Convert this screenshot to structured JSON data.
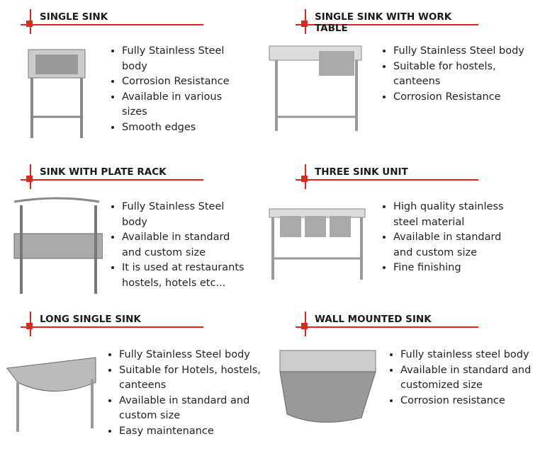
{
  "sections": [
    {
      "title": "SINGLE SINK",
      "bullets": [
        "Fully Stainless Steel body",
        "Corrosion Resistance",
        "Available in various sizes",
        "Smooth edges"
      ]
    },
    {
      "title": "SINGLE SINK WITH WORK TABLE",
      "bullets": [
        "Fully Stainless Steel body",
        "Suitable for hostels, canteens",
        "Corrosion Resistance"
      ]
    },
    {
      "title": "SINK WITH PLATE RACK",
      "bullets": [
        "Fully Stainless Steel body",
        "Available in standard and custom size",
        "It is used at restaurants hostels, hotels etc..."
      ]
    },
    {
      "title": "THREE SINK UNIT",
      "bullets": [
        "High quality stainless steel material",
        "Available in standard and custom size",
        "Fine finishing"
      ]
    },
    {
      "title": "LONG SINGLE SINK",
      "bullets": [
        "Fully Stainless Steel body",
        "Suitable for Hotels, hostels, canteens",
        "Available in standard and custom size",
        "Easy maintenance"
      ]
    },
    {
      "title": "WALL MOUNTED SINK",
      "bullets": [
        "Fully stainless steel body",
        "Available in standard and customized size",
        "Corrosion resistance"
      ]
    }
  ],
  "accent": "#e3261c"
}
